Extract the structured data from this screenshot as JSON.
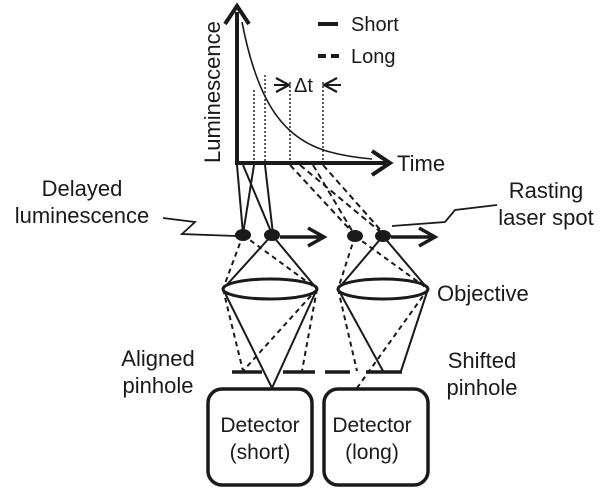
{
  "graph": {
    "y_axis_label": "Luminescence",
    "x_axis_label": "Time",
    "legend": [
      {
        "name": "Short",
        "style": "solid"
      },
      {
        "name": "Long",
        "style": "dashed"
      }
    ],
    "delta_label": "Δt"
  },
  "labels": {
    "delayed_line1": "Delayed",
    "delayed_line2": "luminescence",
    "rasting_line1": "Rasting",
    "rasting_line2": "laser spot",
    "objective": "Objective",
    "aligned_line1": "Aligned",
    "aligned_line2": "pinhole",
    "shifted_line1": "Shifted",
    "shifted_line2": "pinhole"
  },
  "detectors": {
    "short": {
      "line1": "Detector",
      "line2": "(short)"
    },
    "long": {
      "line1": "Detector",
      "line2": "(long)"
    }
  },
  "colors": {
    "ink": "#1a1a1a",
    "background": "#ffffff"
  }
}
